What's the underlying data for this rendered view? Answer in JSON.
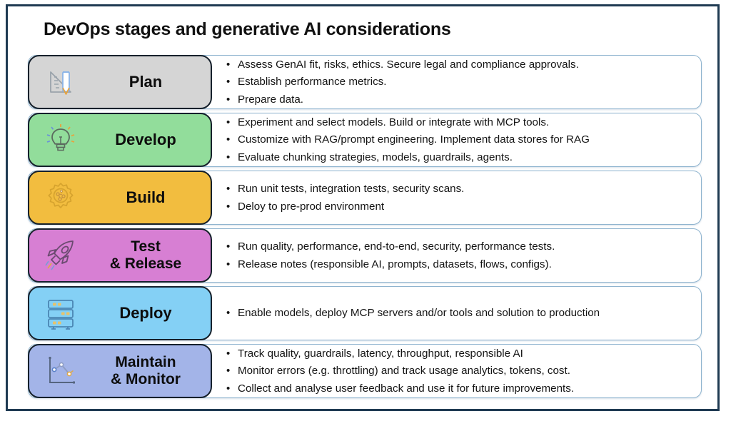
{
  "slide": {
    "title": "DevOps stages and generative AI considerations",
    "frame_color": "#1f3a52",
    "background": "#ffffff",
    "bullet_glyph": "•"
  },
  "stages": [
    {
      "key": "plan",
      "label": "Plan",
      "icon": "ruler-pencil-icon",
      "color": "#d5d5d5",
      "bullets": [
        "Assess GenAI fit, risks, ethics. Secure legal and compliance approvals.",
        "Establish performance metrics.",
        "Prepare data."
      ]
    },
    {
      "key": "develop",
      "label": "Develop",
      "icon": "lightbulb-icon",
      "color": "#92dd9b",
      "bullets": [
        "Experiment and select models. Build or integrate with MCP tools.",
        "Customize with RAG/prompt engineering. Implement data stores for RAG",
        "Evaluate chunking strategies, models, guardrails, agents."
      ]
    },
    {
      "key": "build",
      "label": "Build",
      "icon": "gear-icon",
      "color": "#f2bd3f",
      "bullets": [
        "Run unit tests, integration tests, security scans.",
        "Deloy to pre-prod environment"
      ]
    },
    {
      "key": "test",
      "label": "Test\n& Release",
      "icon": "rocket-icon",
      "color": "#d77fd3",
      "bullets": [
        "Run quality, performance, end-to-end, security, performance tests.",
        "Release notes (responsible AI, prompts, datasets, flows, configs)."
      ]
    },
    {
      "key": "deploy",
      "label": "Deploy",
      "icon": "server-rack-icon",
      "color": "#84d0f5",
      "bullets": [
        "Enable models, deploy MCP servers and/or tools and solution to production"
      ]
    },
    {
      "key": "maintain",
      "label": "Maintain\n& Monitor",
      "icon": "line-chart-icon",
      "color": "#a3b4e8",
      "bullets": [
        "Track quality, guardrails, latency, throughput, responsible AI",
        "Monitor errors (e.g. throttling) and track usage analytics, tokens, cost.",
        "Collect and analyse user feedback and use it for future improvements."
      ]
    }
  ]
}
